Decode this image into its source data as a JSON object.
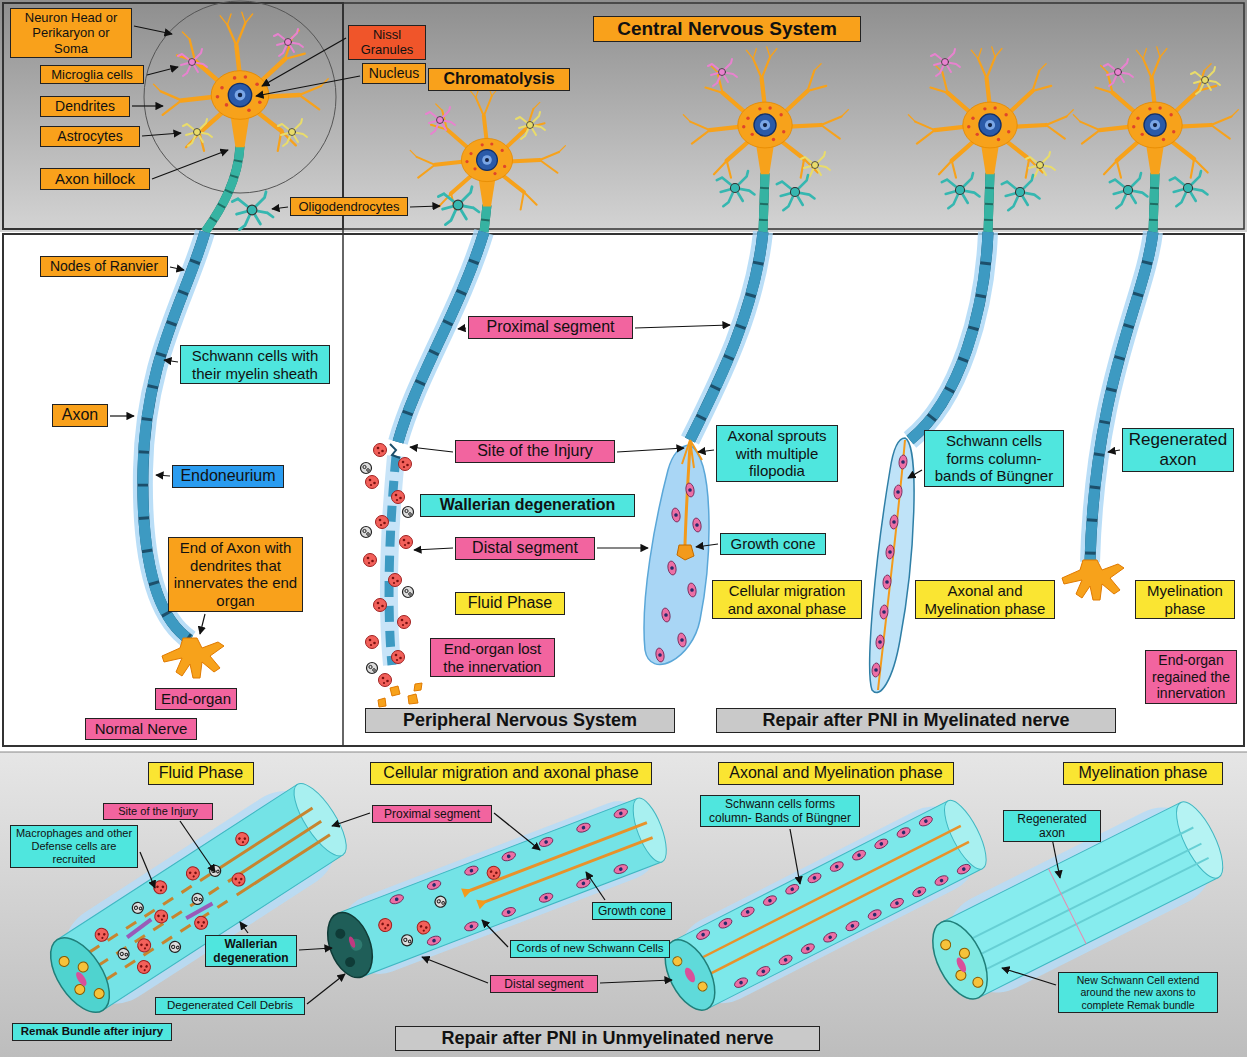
{
  "diagram": {
    "nodes": [
      {
        "text": [
          "Neuron Head or Perikaryon or Soma"
        ]
      },
      {
        "text": [
          "Nissl Granules"
        ]
      },
      {
        "text": [
          "Microglia cells"
        ]
      },
      {
        "text": [
          "Nucleus"
        ]
      },
      {
        "text": [
          "Dendrites"
        ]
      },
      {
        "text": [
          "Astrocytes"
        ]
      },
      {
        "text": [
          "Axon hillock"
        ]
      },
      {
        "text": [
          "Central Nervous System"
        ]
      },
      {
        "text": [
          "Chromatolysis"
        ]
      },
      {
        "text": [
          "Oligodendrocytes"
        ]
      },
      {
        "text": [
          "Nodes of Ranvier"
        ]
      },
      {
        "text": [
          "Proximal segment"
        ]
      },
      {
        "text": [
          "Schwann cells with their myelin sheath"
        ]
      },
      {
        "text": [
          "Axon"
        ]
      },
      {
        "text": [
          "Endoneurium"
        ]
      },
      {
        "text": [
          "Site of the Injury"
        ]
      },
      {
        "text": [
          "Axonal sprouts with multiple filopodia"
        ]
      },
      {
        "text": [
          "Schwann cells forms column- bands of Büngner"
        ]
      },
      {
        "text": [
          "Regenerated axon"
        ]
      },
      {
        "text": [
          "Wallerian degeneration"
        ]
      },
      {
        "text": [
          "Distal segment"
        ]
      },
      {
        "text": [
          "Growth cone"
        ]
      },
      {
        "text": [
          "End of Axon with dendrites that innervates the end organ"
        ]
      },
      {
        "text": [
          "Fluid Phase"
        ]
      },
      {
        "text": [
          "Cellular migration and axonal phase"
        ]
      },
      {
        "text": [
          "Axonal and Myelination phase"
        ]
      },
      {
        "text": [
          "Myelination phase"
        ]
      },
      {
        "text": [
          "End-organ lost the innervation"
        ]
      },
      {
        "text": [
          "End-organ regained the innervation"
        ]
      },
      {
        "text": [
          "End-organ"
        ]
      },
      {
        "text": [
          "Normal Nerve"
        ]
      },
      {
        "text": [
          "Peripheral Nervous System"
        ]
      },
      {
        "text": [
          "Repair after PNI in Myelinated nerve"
        ]
      },
      {
        "text": [
          "Fluid Phase"
        ]
      },
      {
        "text": [
          "Cellular migration and axonal phase"
        ]
      },
      {
        "text": [
          "Axonal and Myelination phase"
        ]
      },
      {
        "text": [
          "Myelination phase"
        ]
      },
      {
        "text": [
          "Site of the Injury"
        ]
      },
      {
        "text": [
          "Proximal segment"
        ]
      },
      {
        "text": [
          "Macrophages and other Defense cells are recruited"
        ]
      },
      {
        "text": [
          "Regenerated axon"
        ]
      },
      {
        "text": [
          "Schwann cells forms column- Bands of Büngner"
        ]
      },
      {
        "text": [
          "Growth cone"
        ]
      },
      {
        "text": [
          "Cords of new Schwann Cells"
        ]
      },
      {
        "text": [
          "Wallerian degeneration"
        ]
      },
      {
        "text": [
          "Distal segment"
        ]
      },
      {
        "text": [
          "New Schwann Cell extend around the new axons to complete Remak bundle"
        ]
      },
      {
        "text": [
          "Degenerated Cell Debris"
        ]
      },
      {
        "text": [
          "Remak Bundle after injury"
        ]
      },
      {
        "text": [
          "Repair after PNI in Unmyelinated nerve"
        ]
      }
    ]
  }
}
